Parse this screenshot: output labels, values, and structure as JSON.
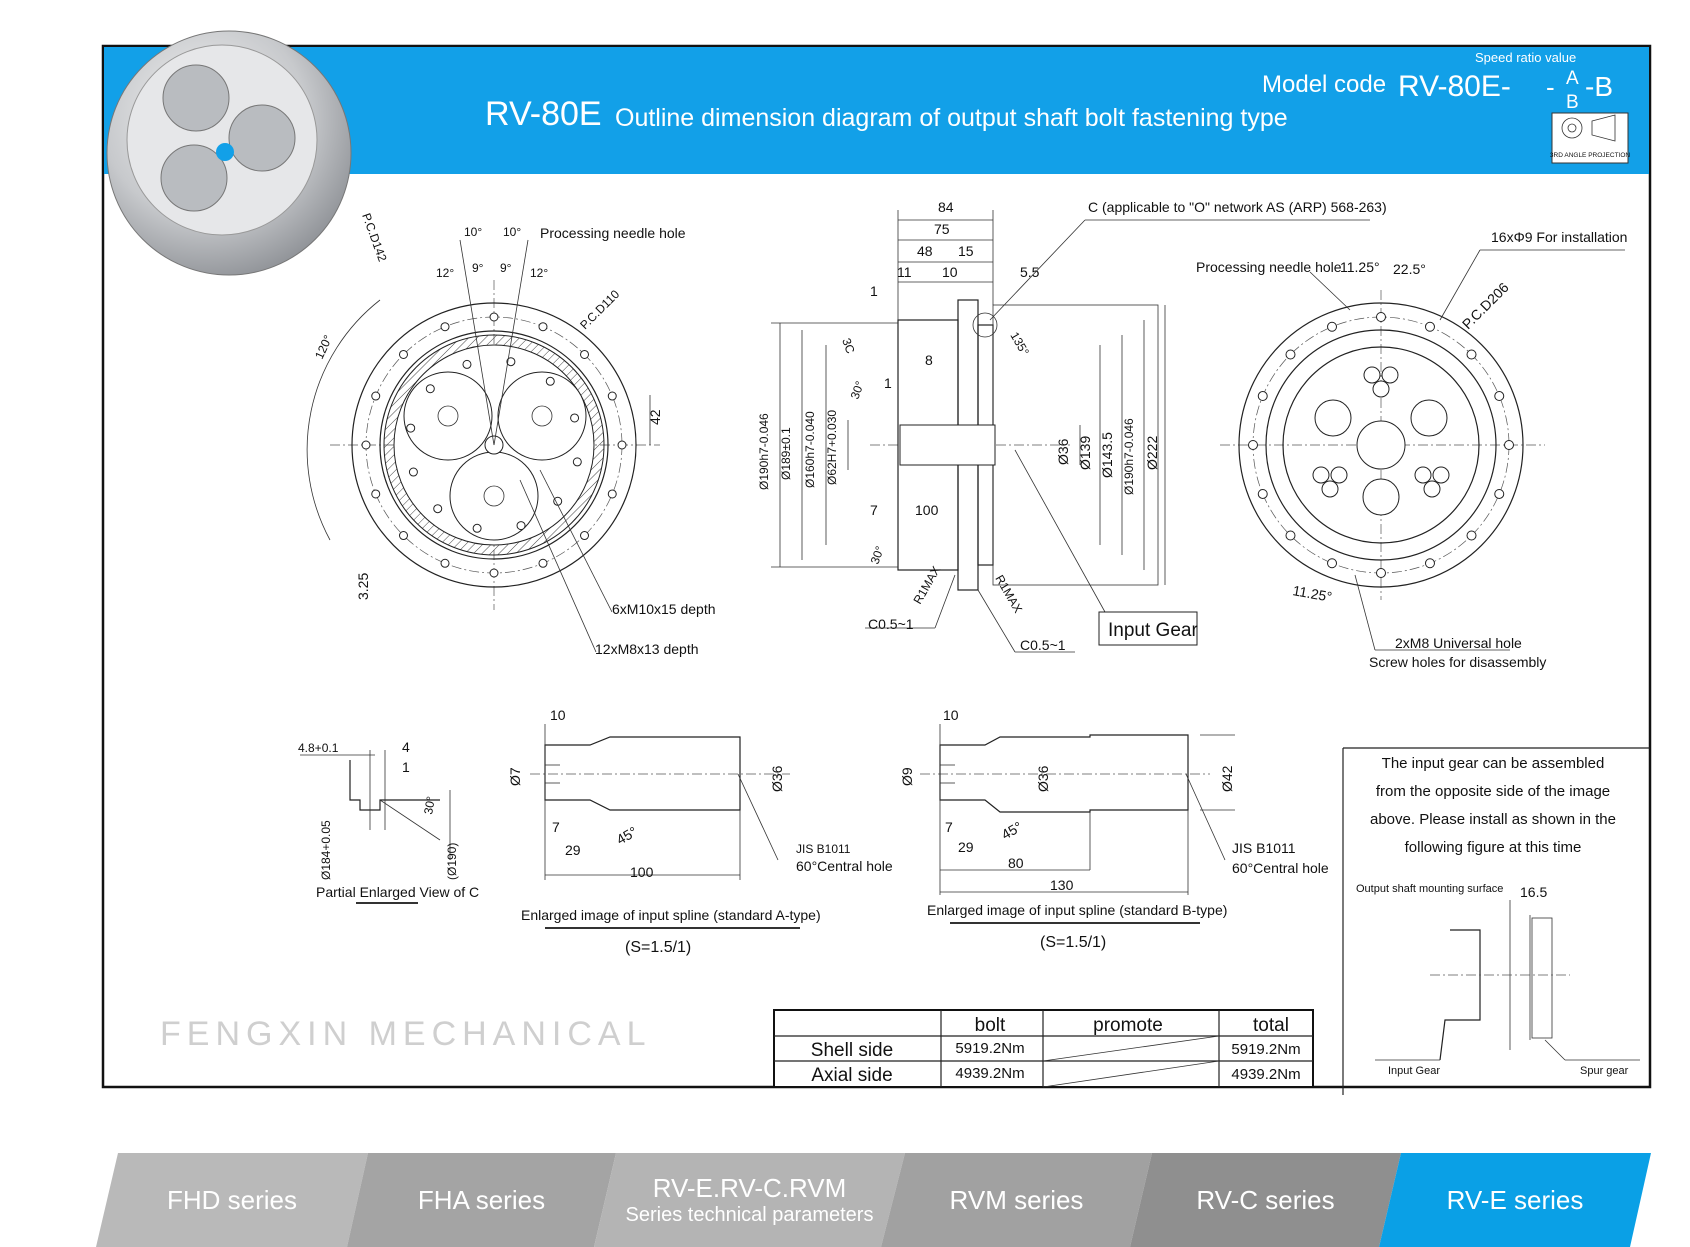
{
  "header": {
    "model": "RV-80E",
    "title": "Outline dimension diagram of output shaft bolt fastening type",
    "model_code_label": "Model code",
    "model_code_value": "RV-80E-",
    "ratio_sep": "-",
    "option_a": "A",
    "option_b": "B",
    "suffix": "-B",
    "speed_ratio_label": "Speed ratio value",
    "projection_label": "3RD ANGLE PROJECTION",
    "bg_color": "#12a0e8"
  },
  "front_view": {
    "needle_hole": "Processing needle hole",
    "ang10a": "10°",
    "ang10b": "10°",
    "ang12a": "12°",
    "ang9a": "9°",
    "ang9b": "9°",
    "ang12b": "12°",
    "pcd142": "P.C.D142",
    "pcd110": "P.C.D110",
    "ang120": "120°",
    "dim42": "42",
    "dim325": "3.25",
    "m10": "6xM10x15  depth",
    "m8": "12xM8x13 depth"
  },
  "section_view": {
    "d84": "84",
    "d75": "75",
    "d48": "48",
    "d15": "15",
    "d11": "11",
    "d10": "10",
    "d55": "5.5",
    "d1": "1",
    "d1b": "1",
    "c_note": "C (applicable to \"O\" network AS (ARP) 568-263)",
    "a135": "135°",
    "d8": "8",
    "c3": "3C",
    "a30a": "30°",
    "a30b": "30°",
    "d7": "7",
    "d100": "100",
    "dia36": "Ø36",
    "dia139": "Ø139",
    "dia1435": "Ø143.5",
    "dia190r": "Ø190h7-0.046",
    "dia222": "Ø222",
    "dia190l": "Ø190h7-0.046",
    "dia189": "Ø189±0.1",
    "dia160": "Ø160h7-0.040",
    "dia62": "Ø62H7+0.030",
    "r1a": "R1MAX",
    "r1b": "R1MAX",
    "c05a": "C0.5~1",
    "c05b": "C0.5~1",
    "input_gear": "Input Gear"
  },
  "rear_view": {
    "needle_hole": "Processing needle hole",
    "a1125": "11.25°",
    "a225": "22.5°",
    "holes": "16xΦ9 For installation",
    "pcd206": "P.C.D206",
    "a1125b": "11.25°",
    "m8": "2xM8 Universal hole",
    "screw": "Screw holes for disassembly"
  },
  "detail_c": {
    "d48": "4.8+0.1",
    "d4": "4",
    "d1": "1",
    "a30": "30°",
    "d184": "Ø184+0.05",
    "d190": "(Ø190)",
    "caption": "Partial Enlarged View of C"
  },
  "spline_a": {
    "d10": "10",
    "d7dia": "Ø7",
    "d36": "Ø36",
    "d7": "7",
    "d29": "29",
    "a45": "45°",
    "d100": "100",
    "jis": "JIS B1011",
    "center": "60°Central hole",
    "caption": "Enlarged image of input spline (standard A-type)",
    "scale": "(S=1.5/1)"
  },
  "spline_b": {
    "d10": "10",
    "d9dia": "Ø9",
    "d36": "Ø36",
    "d42": "Ø42",
    "d7": "7",
    "d29": "29",
    "a45": "45°",
    "d80": "80",
    "d130": "130",
    "jis": "JIS B1011",
    "center": "60°Central hole",
    "caption": "Enlarged image of input spline (standard B-type)",
    "scale": "(S=1.5/1)"
  },
  "note": {
    "lines": [
      "The input gear can be assembled",
      "from the opposite side of the image",
      "above. Please install as shown in the",
      "following figure at this time"
    ],
    "mount": "Output shaft mounting surface",
    "d165": "16.5",
    "input_gear": "Input Gear",
    "spur_gear": "Spur gear"
  },
  "torque_table": {
    "headers": [
      "",
      "bolt",
      "promote",
      "total"
    ],
    "rows": [
      {
        "label": "Shell side",
        "bolt": "5919.2Nm",
        "promote": "",
        "total": "5919.2Nm"
      },
      {
        "label": "Axial side",
        "bolt": "4939.2Nm",
        "promote": "",
        "total": "4939.2Nm"
      }
    ]
  },
  "watermark": "FENGXIN MECHANICAL",
  "tabs": [
    {
      "label": "FHD series",
      "color": "#b9b9b9"
    },
    {
      "label": "FHA series",
      "color": "#a4a4a4"
    },
    {
      "label": "RV-E.RV-C.RVM",
      "sub": "Series technical parameters",
      "color": "#b4b4b4"
    },
    {
      "label": "RVM series",
      "color": "#a1a1a1"
    },
    {
      "label": "RV-C  series",
      "color": "#8f8f8f"
    },
    {
      "label": "RV-E  series",
      "color": "#0aa0e6",
      "active": true
    }
  ]
}
